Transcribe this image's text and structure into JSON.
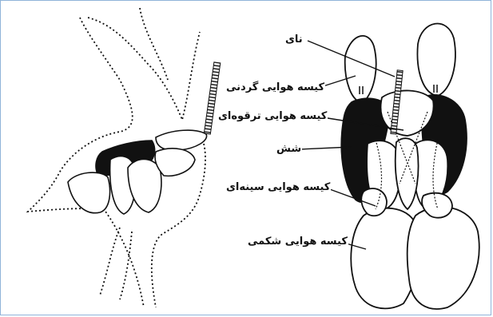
{
  "labels": {
    "trachea": "نای",
    "cervical_air_sac": "کیسه هوایی گردنی",
    "clavicular_air_sac": "کیسه هوایی ترقوه‌ای",
    "lung": "شش",
    "thoracic_air_sac": "کیسه هوایی سینه‌ای",
    "abdominal_air_sac": "کیسه هوایی شکمی"
  },
  "colors": {
    "frame": "#8fb3d9",
    "ink": "#111111",
    "lung_fill": "#111111"
  }
}
